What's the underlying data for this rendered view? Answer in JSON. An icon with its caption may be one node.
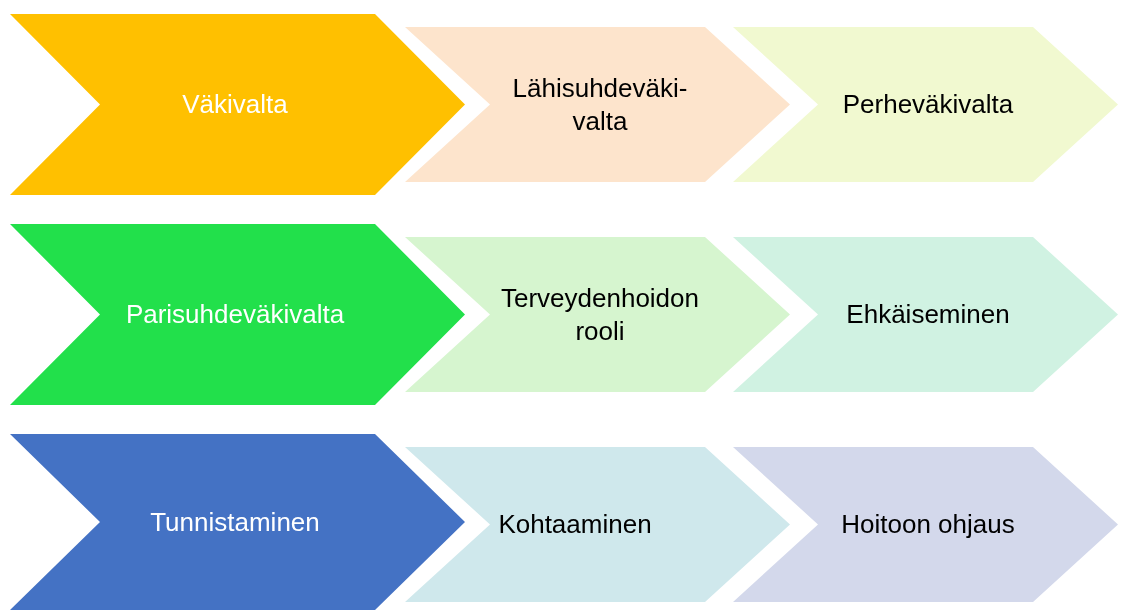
{
  "diagram": {
    "nodes": [
      {
        "text": [
          "Väkivalta"
        ]
      },
      {
        "text": [
          "Lähisuhdeväki- valta"
        ]
      },
      {
        "text": [
          "Perheväkivalta"
        ]
      },
      {
        "text": [
          "Parisuhdeväkivalta"
        ]
      },
      {
        "text": [
          "Terveydenhoidon rooli"
        ]
      },
      {
        "text": [
          "Ehkäiseminen"
        ]
      },
      {
        "text": [
          "Tunnistaminen"
        ]
      },
      {
        "text": [
          "Kohtaaminen"
        ]
      },
      {
        "text": [
          "Hoitoon ohjaus"
        ]
      }
    ]
  }
}
